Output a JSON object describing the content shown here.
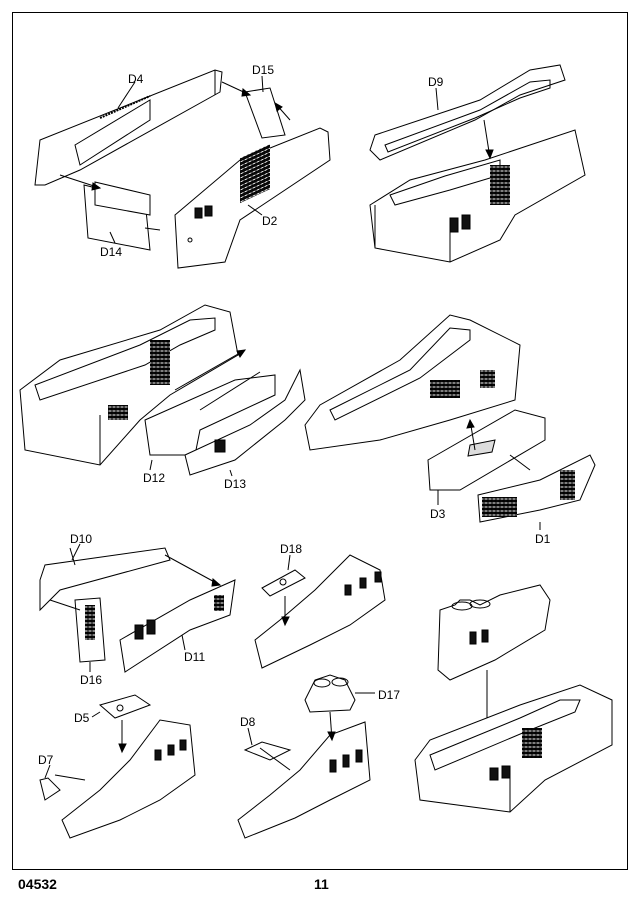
{
  "document": {
    "catalog_number": "04532",
    "page_number": "11"
  },
  "parts": {
    "d4": "D4",
    "d15": "D15",
    "d14": "D14",
    "d2": "D2",
    "d9": "D9",
    "d12": "D12",
    "d13": "D13",
    "d3": "D3",
    "d1": "D1",
    "d10": "D10",
    "d16": "D16",
    "d11": "D11",
    "d18": "D18",
    "d17": "D17",
    "d5": "D5",
    "d7": "D7",
    "d8": "D8"
  }
}
